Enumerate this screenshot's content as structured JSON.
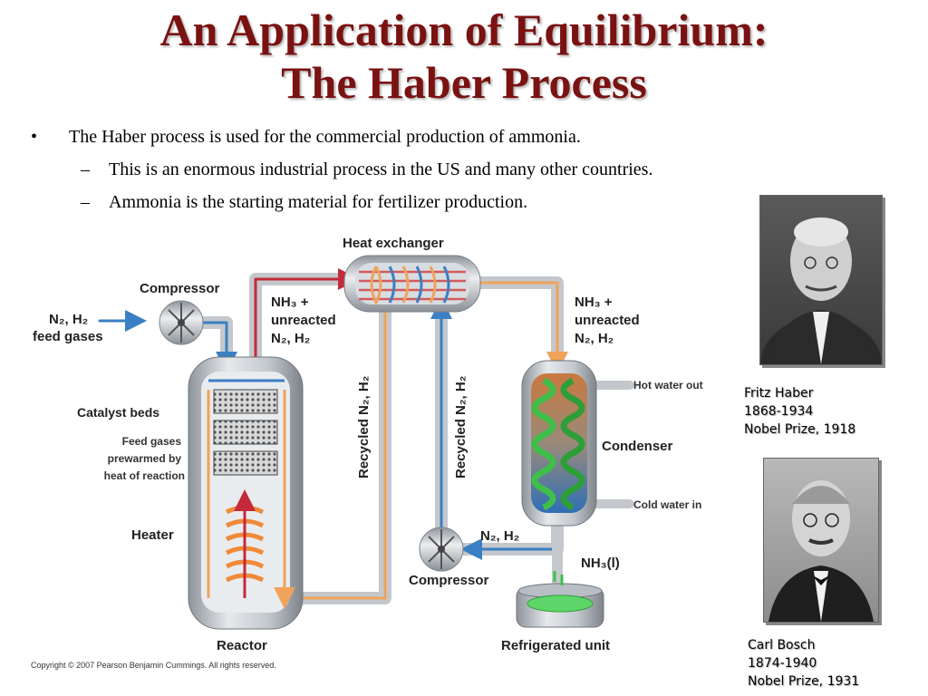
{
  "title": {
    "line1": "An Application of Equilibrium:",
    "line2": "The Haber Process"
  },
  "bullets": {
    "main": "The Haber process is used for the commercial production of ammonia.",
    "sub": [
      "This is an enormous industrial process in the US and many other countries.",
      "Ammonia is the starting material for fertilizer production."
    ],
    "bullet_glyph": "•",
    "dash_glyph": "–"
  },
  "diagram": {
    "heat_exchanger": "Heat exchanger",
    "compressor_top": "Compressor",
    "feed_gases": [
      "N₂, H₂",
      "feed gases"
    ],
    "nh3_left": [
      "NH₃ +",
      "unreacted",
      "N₂, H₂"
    ],
    "nh3_right": [
      "NH₃ +",
      "unreacted",
      "N₂, H₂"
    ],
    "catalyst_beds": "Catalyst beds",
    "prewarmed": [
      "Feed gases",
      "prewarmed by",
      "heat of reaction"
    ],
    "heater": "Heater",
    "reactor": "Reactor",
    "recycled_1": "Recycled N₂, H₂",
    "recycled_2": "Recycled N₂, H₂",
    "hot_water_out": "Hot water out",
    "condenser": "Condenser",
    "cold_water_in": "Cold water in",
    "n2h2_bottom": "N₂, H₂",
    "compressor_bottom": "Compressor",
    "nh3_liquid": "NH₃(l)",
    "refrigerated_unit": "Refrigerated unit"
  },
  "people": [
    {
      "name": "Fritz Haber",
      "years": "1868-1934",
      "prize": "Nobel Prize, 1918"
    },
    {
      "name": "Carl Bosch",
      "years": "1874-1940",
      "prize": "Nobel Prize, 1931"
    }
  ],
  "copyright": "Copyright © 2007 Pearson Benjamin Cummings. All rights reserved.",
  "colors": {
    "title": "#7a1212",
    "hot_flow": "#f0a35a",
    "cold_flow": "#3b7fc4",
    "product_flow": "#c42a3a",
    "vessel": "#c9cdd2"
  }
}
